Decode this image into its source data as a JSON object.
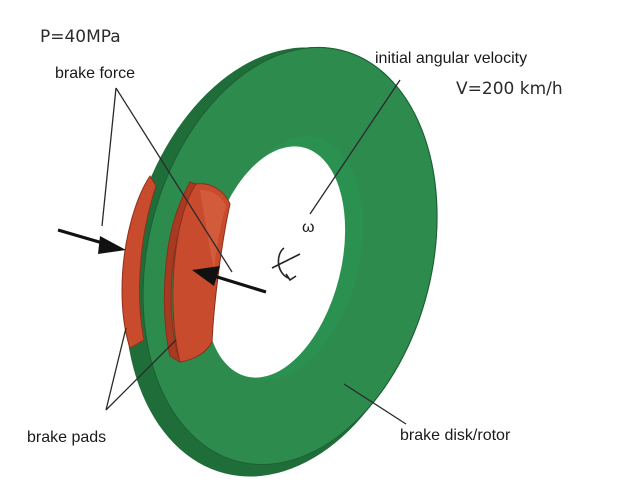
{
  "labels": {
    "pressure": "P=40MPa",
    "brake_force": "brake force",
    "initial_angular_velocity": "initial angular velocity",
    "velocity": "V=200 km/h",
    "omega": "ω",
    "brake_pads": "brake pads",
    "brake_disk": "brake disk/rotor"
  },
  "colors": {
    "disk_face": "#2e8b4e",
    "disk_edge": "#1f6e3a",
    "disk_inner_wall": "#2a9150",
    "pad": "#c94b2e",
    "pad_dark": "#a83a22",
    "pad_light": "#d86a48",
    "leader_line": "#2a2a2a",
    "arrow": "#111111"
  }
}
